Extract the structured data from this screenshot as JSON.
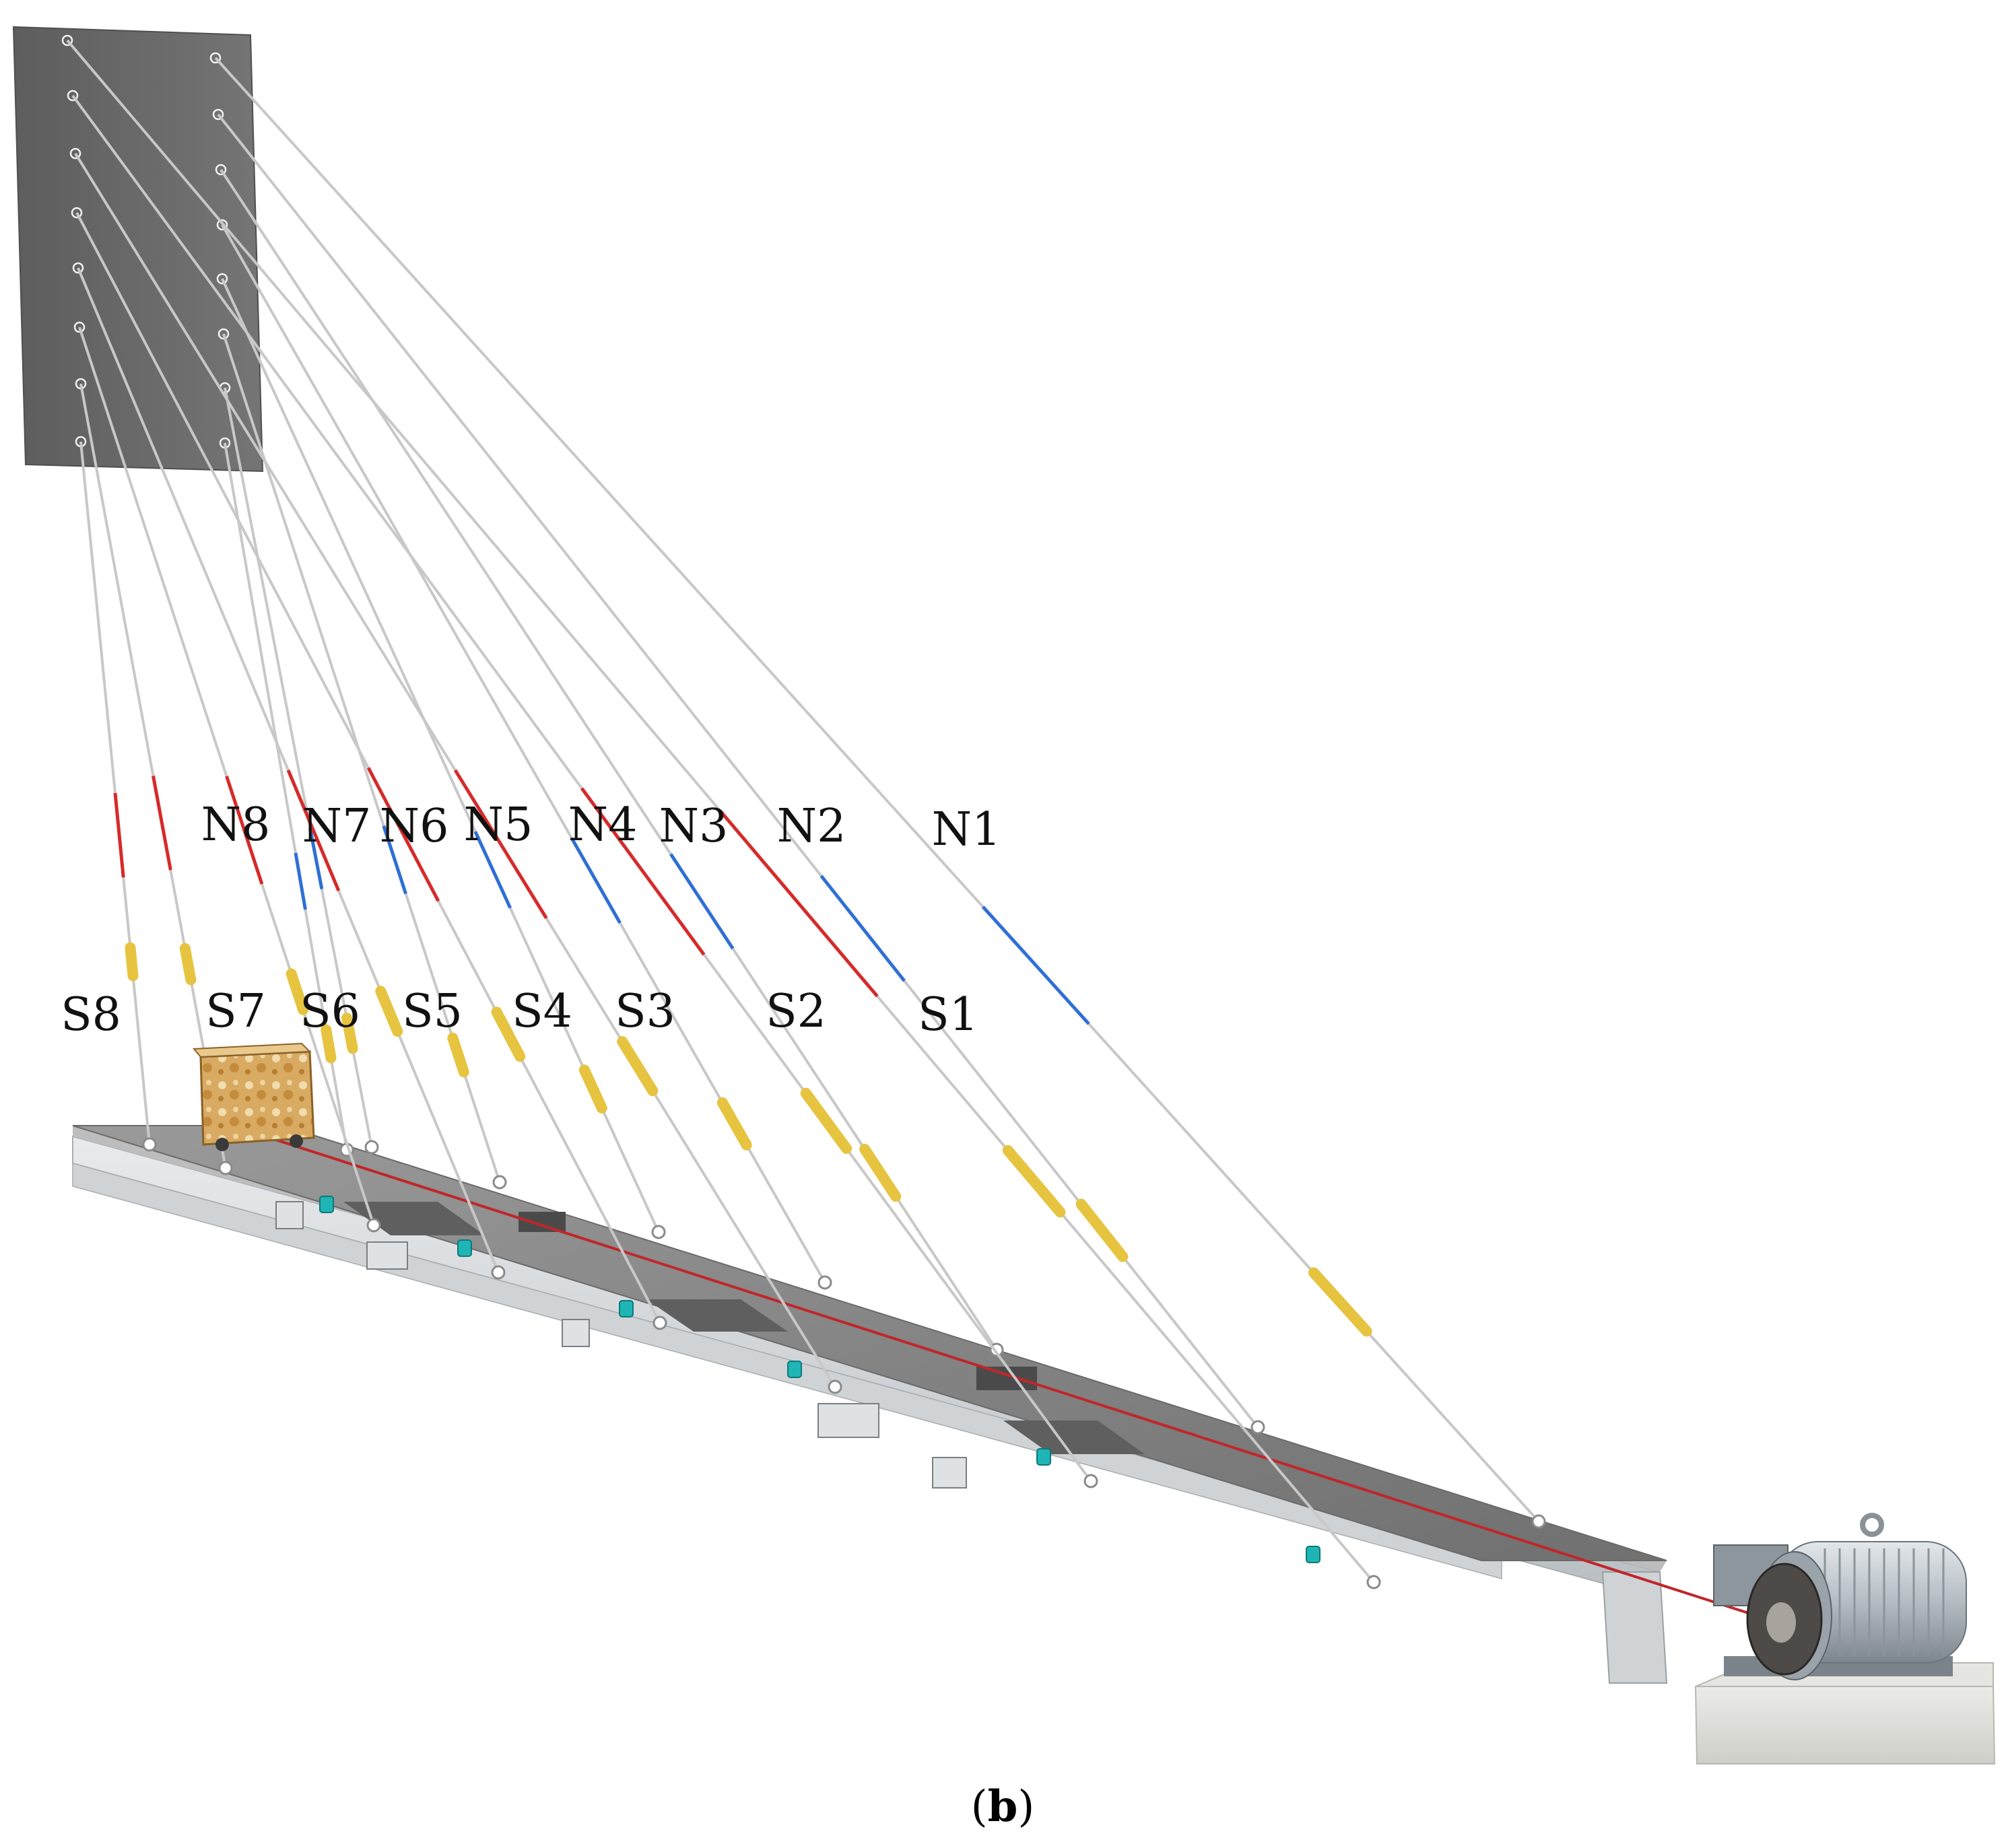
{
  "figure": {
    "caption_open": "(",
    "caption_letter": "b",
    "caption_close": ")"
  },
  "cables": {
    "north": [
      {
        "label": "N1"
      },
      {
        "label": "N2"
      },
      {
        "label": "N3"
      },
      {
        "label": "N4"
      },
      {
        "label": "N5"
      },
      {
        "label": "N6"
      },
      {
        "label": "N7"
      },
      {
        "label": "N8"
      }
    ],
    "south": [
      {
        "label": "S1"
      },
      {
        "label": "S2"
      },
      {
        "label": "S3"
      },
      {
        "label": "S4"
      },
      {
        "label": "S5"
      },
      {
        "label": "S6"
      },
      {
        "label": "S7"
      },
      {
        "label": "S8"
      }
    ]
  },
  "colors": {
    "tower": "#6e6e6e",
    "cable": "#c8c8c8",
    "north_highlight": "#2f6fd6",
    "south_highlight": "#d62a2a",
    "damper": "#e6c440",
    "deck": "#8a8a8a",
    "girder": "#d9dcde",
    "sensor": "#1fb5b5",
    "traction_line": "#c0262a",
    "block": "#d8aa62",
    "motor": "#b9c0c6",
    "base": "#dcdcd8"
  },
  "icons": {
    "motor": "electric-motor-icon",
    "load_block": "moving-load-block-icon"
  }
}
